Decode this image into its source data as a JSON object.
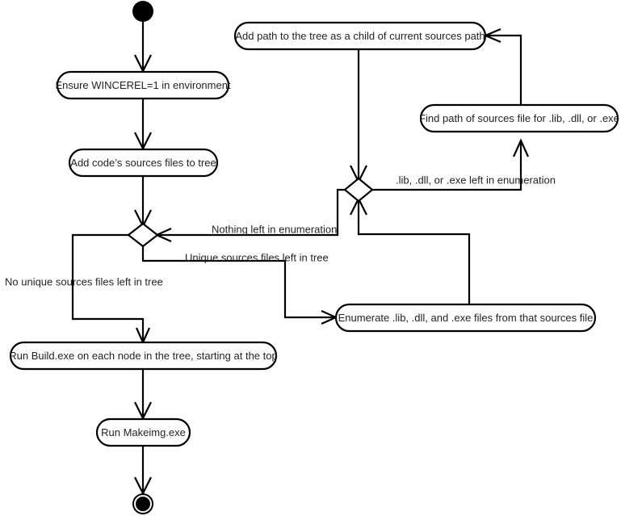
{
  "diagram": {
    "type": "uml-activity-diagram",
    "title": "Windows CE build process activity diagram",
    "background_color": "#ffffff",
    "stroke_color": "#000000",
    "text_color": "#231f20",
    "nodes": [
      {
        "id": "start",
        "kind": "initial-node",
        "label": ""
      },
      {
        "id": "wincerel",
        "kind": "action",
        "label": "Ensure WINCEREL=1 in environment"
      },
      {
        "id": "addsources",
        "kind": "action",
        "label": "Add code’s sources files to tree"
      },
      {
        "id": "decision1",
        "kind": "decision",
        "label": ""
      },
      {
        "id": "build",
        "kind": "action",
        "label": "Run Build.exe on each node in the tree, starting at the top"
      },
      {
        "id": "makeimg",
        "kind": "action",
        "label": "Run Makeimg.exe"
      },
      {
        "id": "end",
        "kind": "final-node",
        "label": ""
      },
      {
        "id": "enumerate",
        "kind": "action",
        "label": "Enumerate .lib, .dll, and .exe files from that sources file"
      },
      {
        "id": "decision2",
        "kind": "decision",
        "label": ""
      },
      {
        "id": "findpath",
        "kind": "action",
        "label": "Find path of sources file for .lib, .dll, or .exe"
      },
      {
        "id": "addpath",
        "kind": "action",
        "label": "Add path to the tree as a child of current sources path"
      }
    ],
    "edges": [
      {
        "id": "e1",
        "from": "start",
        "to": "wincerel",
        "label": ""
      },
      {
        "id": "e2",
        "from": "wincerel",
        "to": "addsources",
        "label": ""
      },
      {
        "id": "e3",
        "from": "addsources",
        "to": "decision1",
        "label": ""
      },
      {
        "id": "e4",
        "from": "decision1",
        "to": "build",
        "label": "No unique sources files left in tree"
      },
      {
        "id": "e5",
        "from": "decision1",
        "to": "enumerate",
        "label": "Unique sources files left in tree"
      },
      {
        "id": "e6",
        "from": "enumerate",
        "to": "decision2",
        "label": ""
      },
      {
        "id": "e7",
        "from": "decision2",
        "to": "decision1",
        "label": "Nothing left in enumeration"
      },
      {
        "id": "e8",
        "from": "decision2",
        "to": "findpath",
        "label": ".lib, .dll, or .exe left in enumeration"
      },
      {
        "id": "e9",
        "from": "findpath",
        "to": "addpath",
        "label": ""
      },
      {
        "id": "e10",
        "from": "addpath",
        "to": "decision2",
        "label": ""
      },
      {
        "id": "e11",
        "from": "build",
        "to": "makeimg",
        "label": ""
      },
      {
        "id": "e12",
        "from": "makeimg",
        "to": "end",
        "label": ""
      }
    ],
    "labels": {
      "start_node": "start",
      "end_node": "end",
      "wincerel": "Ensure WINCEREL=1 in environment",
      "addsources": "Add code’s sources files to tree",
      "build": "Run Build.exe on each node in the tree, starting at the top",
      "makeimg": "Run Makeimg.exe",
      "enumerate": "Enumerate .lib, .dll, and .exe files from that sources file",
      "findpath": "Find path of sources file for .lib, .dll, or .exe",
      "addpath": "Add path to the tree as a child of current sources path",
      "edge_no_unique": "No unique sources files left in tree",
      "edge_unique": "Unique sources files left in tree",
      "edge_nothing_left": "Nothing left in enumeration",
      "edge_left_in_enum": ".lib, .dll, or .exe left in enumeration"
    }
  }
}
